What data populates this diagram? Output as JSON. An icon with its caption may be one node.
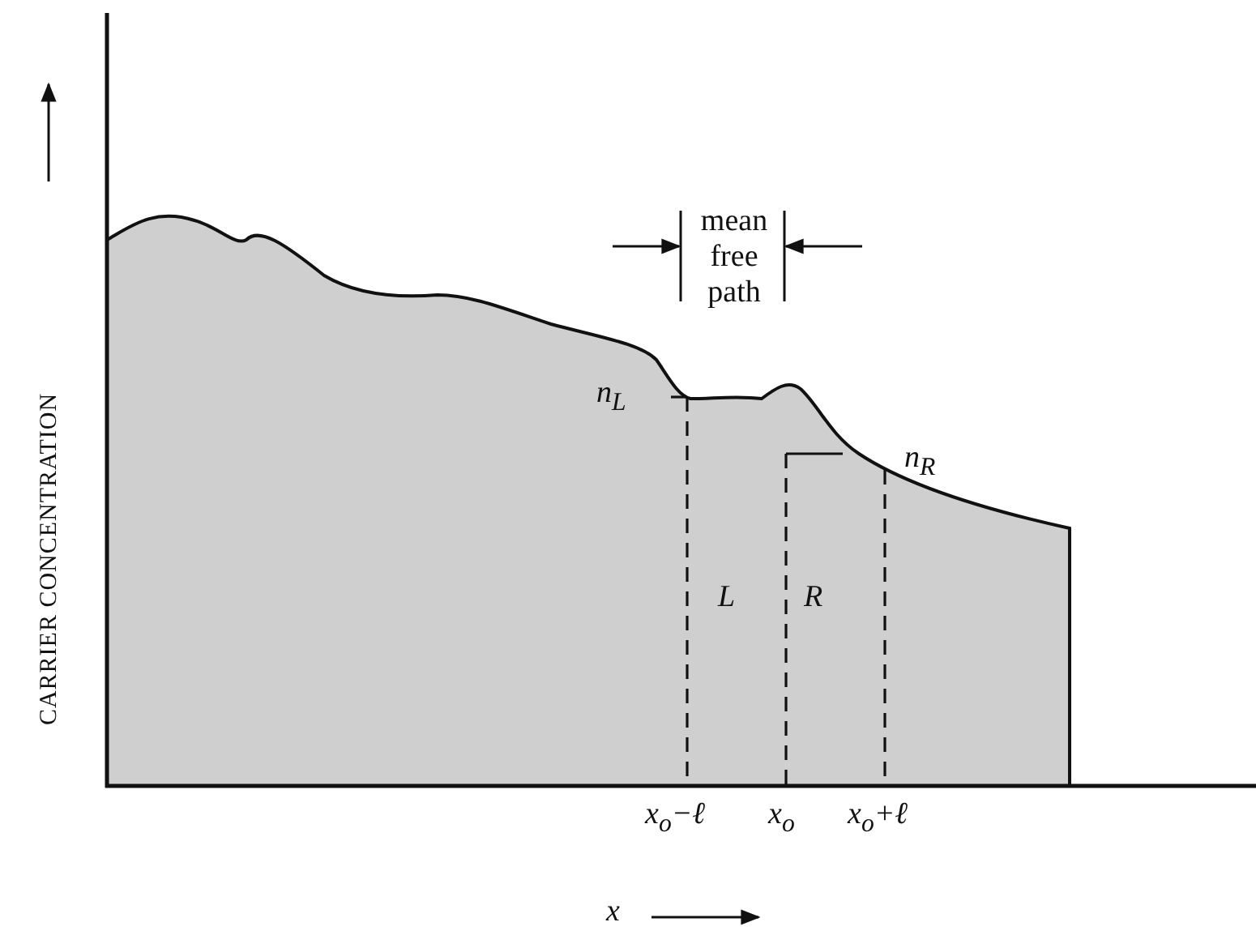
{
  "diagram": {
    "labels": [
      "CARRIER CONCENTRATION",
      "mean free path",
      "n$_{L}$",
      "n$_{R}$",
      "L",
      "R",
      "x$_{o}$−ℓ",
      "x$_{o}$",
      "x$_{o}$+ℓ",
      "x"
    ]
  }
}
